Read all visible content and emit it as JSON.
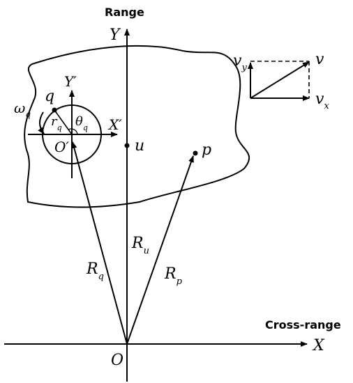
{
  "axes": {
    "range_title": "Range",
    "cross_range_title": "Cross-range",
    "y": "Y",
    "x": "X",
    "origin": "O"
  },
  "local_frame": {
    "y": "Y′",
    "x": "X′",
    "origin": "O′"
  },
  "points": {
    "q": "q",
    "u": "u",
    "p": "p"
  },
  "vectors": {
    "Rq": {
      "base": "R",
      "sub": "q"
    },
    "Ru": {
      "base": "R",
      "sub": "u"
    },
    "Rp": {
      "base": "R",
      "sub": "p"
    }
  },
  "rotation": {
    "omega": {
      "base": "ω",
      "sub": "q"
    },
    "radius": {
      "base": "r",
      "sub": "q"
    },
    "theta": {
      "base": "θ",
      "sub": "q"
    }
  },
  "velocity": {
    "v": "v",
    "vy": {
      "base": "v",
      "sub": "y"
    },
    "vx": {
      "base": "v",
      "sub": "x"
    }
  }
}
